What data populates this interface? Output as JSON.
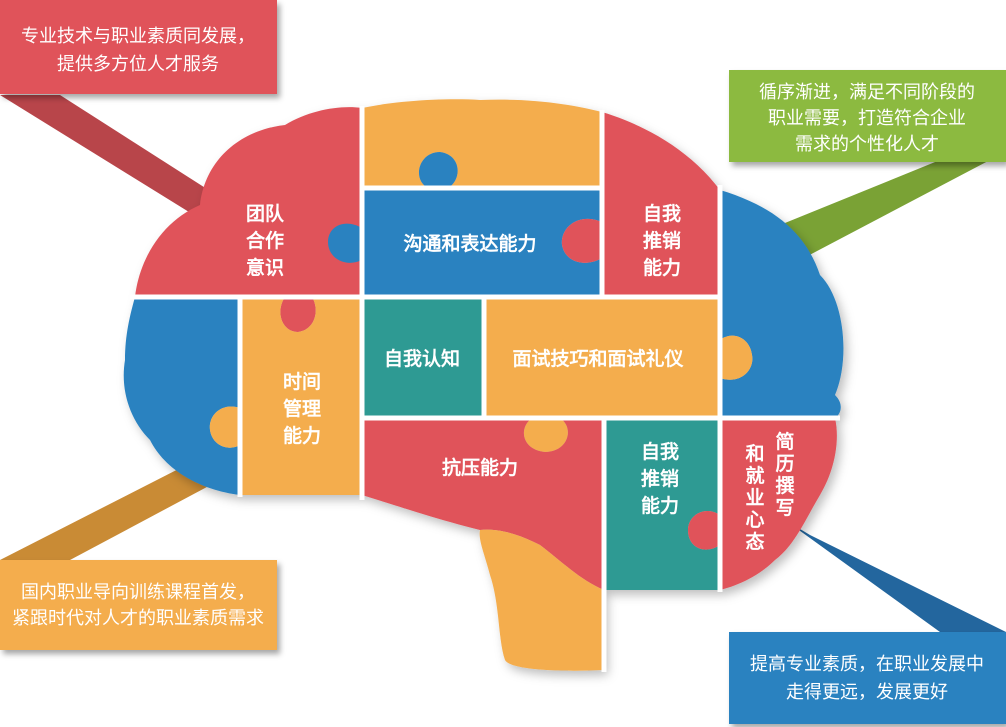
{
  "colors": {
    "red": "#e0525a",
    "orange": "#f4ad4e",
    "blue": "#2c82c0",
    "teal": "#2f9a93",
    "green": "#8cba3f",
    "dark_red": "#a83a3c",
    "dark_orange": "#b87a2c",
    "dark_green": "#5f8a25",
    "dark_blue": "#1a5a8e"
  },
  "callouts": {
    "top_left": {
      "line1": "专业技术与职业素质同发展，",
      "line2": "提供多方位人才服务"
    },
    "top_right": {
      "line1": "循序渐进，满足不同阶段的",
      "line2": "职业需要，打造符合企业",
      "line3": "需求的个性化人才"
    },
    "bottom_left": {
      "line1": "国内职业导向训练课程首发，",
      "line2": "紧跟时代对人才的职业素质需求"
    },
    "bottom_right": {
      "line1": "提高专业素质，在职业发展中",
      "line2": "走得更远，发展更好"
    }
  },
  "pieces": {
    "teamwork": [
      "团队",
      "合作",
      "意识"
    ],
    "communication": "沟通和表达能力",
    "self_promo_top": [
      "自我",
      "推销",
      "能力"
    ],
    "time_mgmt": [
      "时间",
      "管理",
      "能力"
    ],
    "self_cognition": "自我认知",
    "interview": "面试技巧和面试礼仪",
    "stress": "抗压能力",
    "self_promo_bottom": [
      "自我",
      "推销",
      "能力"
    ],
    "resume_col1": [
      "和",
      "就",
      "业",
      "心",
      "态"
    ],
    "resume_col2": [
      "简",
      "历",
      "撰",
      "写"
    ]
  }
}
